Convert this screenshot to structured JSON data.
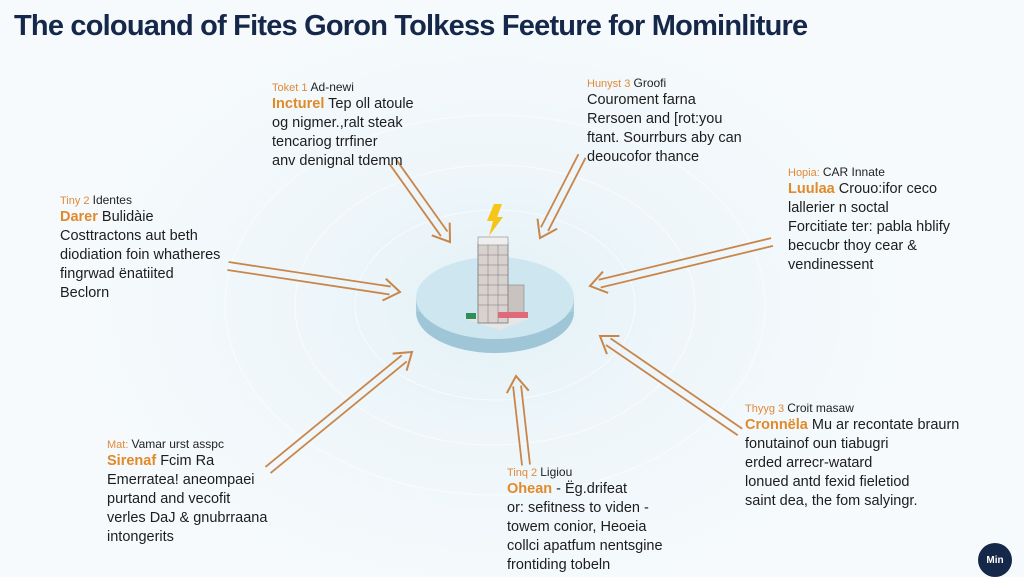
{
  "title": "The colouand of Fites Goron  Tolkess Feeture for Mominliture",
  "blocks": [
    {
      "tag": "Toket 1",
      "tag_text": "Ad-newi",
      "keyword": "Incturel",
      "first": "Tep oll atoule",
      "lines": [
        "og nigmer.,ralt steak",
        "tencariog trrfiner",
        "anv denignal tdemm"
      ]
    },
    {
      "tag": "Hunyst 3",
      "tag_text": "Groofi",
      "keyword": "",
      "first": "Couroment farna",
      "lines": [
        "Rersoen and [rot:you",
        "ftant. Sourrburs aby can",
        "deoucofor thance"
      ]
    },
    {
      "tag": "Tiny 2",
      "tag_text": "Identes",
      "keyword": "Darer",
      "first": "Bulidàie",
      "lines": [
        "Costtractons aut beth",
        "diodiation foin whatheres",
        "fingrwad ënatiited",
        "Beclorn"
      ]
    },
    {
      "tag": "Hopia:",
      "tag_text": "CAR Innate",
      "keyword": "Luulaa",
      "first": "Crouo:ifor ceco",
      "lines": [
        "lallerier n soctal",
        "Forcitiate ter: pabla hblify",
        "becucbr thoy cear &",
        "vendinessent"
      ]
    },
    {
      "tag": "Mat:",
      "tag_text": "Vamar urst asspc",
      "keyword": "Sirenaf",
      "first": "Fcim Ra",
      "lines": [
        "Emerratea! aneompaei",
        "purtand and vecofit",
        "verles DaJ & gnubrraana",
        "intongerits"
      ]
    },
    {
      "tag": "Tinq 2",
      "tag_text": "Ligiou",
      "keyword": "Ohean",
      "first": "- Ëg.drifeat",
      "lines": [
        "or: sefitness to viden -",
        "towem conior, Heoeia",
        "collci apatfum nentsgine",
        "frontiding tobeln"
      ]
    },
    {
      "tag": "Thyyg 3",
      "tag_text": "Croit masaw",
      "keyword": "Cronnëla",
      "first": "Mu ar recontate braurn",
      "lines": [
        "fonutainof oun tiabugri",
        "erded arrecr-watard",
        "lonued antd fexid fieletiod",
        "saint dea, the fom salyingr."
      ]
    }
  ],
  "badge": "Min",
  "colors": {
    "arrow": "#c8864a",
    "title": "#15284a",
    "accent": "#e08a2a",
    "platform": "#c9e4ee"
  }
}
